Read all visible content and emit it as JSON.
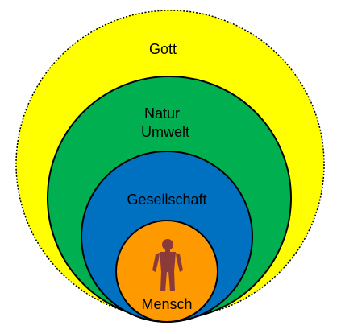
{
  "diagram": {
    "rings": [
      {
        "label_lines": [
          "Gott"
        ],
        "fill": "#FFFF00",
        "border": "dotted"
      },
      {
        "label_lines": [
          "Natur",
          "Umwelt"
        ],
        "fill": "#00B050"
      },
      {
        "label_lines": [
          "Gesellschaft"
        ],
        "fill": "#0070C0"
      },
      {
        "label_lines": [
          "Mensch"
        ],
        "fill": "#FF9900"
      }
    ],
    "figure": {
      "icon": "person-icon",
      "color": "#8B3A3A"
    }
  }
}
